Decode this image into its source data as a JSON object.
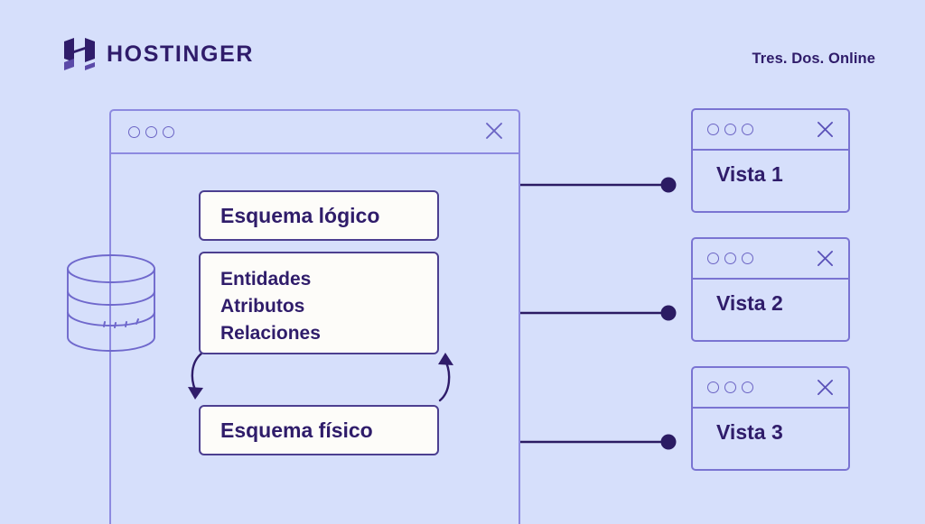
{
  "colors": {
    "background": "#d6dffb",
    "brand_purple": "#2f1c6a",
    "window_border": "#8d8ae0",
    "card_border": "#4c3f90",
    "card_fill": "#fdfcf9",
    "connector": "#2b1b63",
    "vista_border": "#7a74d2"
  },
  "header": {
    "logo_icon": "hostinger-h-logo-icon",
    "brand_name": "HOSTINGER",
    "tagline": "Tres. Dos. Online"
  },
  "main_window": {
    "titlebar": {
      "traffic_lights": [
        "circle-outline-icon",
        "circle-outline-icon",
        "circle-outline-icon"
      ],
      "close_icon": "close-x-icon"
    },
    "cards": [
      {
        "id": "logical-schema",
        "text": "Esquema lógico"
      },
      {
        "id": "entities",
        "lines": [
          "Entidades",
          "Atributos",
          "Relaciones"
        ]
      },
      {
        "id": "physical-schema",
        "text": "Esquema físico"
      }
    ],
    "cycle": {
      "left_arrow_icon": "curved-arrow-down-icon",
      "right_arrow_icon": "curved-arrow-up-icon"
    },
    "database_icon": "database-cylinder-icon"
  },
  "connectors": {
    "count": 3,
    "endpoint_icon": "filled-dot-icon"
  },
  "vistas": [
    {
      "label": "Vista 1",
      "traffic_lights": [
        "circle-outline-icon",
        "circle-outline-icon",
        "circle-outline-icon"
      ],
      "close_icon": "close-x-icon"
    },
    {
      "label": "Vista 2",
      "traffic_lights": [
        "circle-outline-icon",
        "circle-outline-icon",
        "circle-outline-icon"
      ],
      "close_icon": "close-x-icon"
    },
    {
      "label": "Vista 3",
      "traffic_lights": [
        "circle-outline-icon",
        "circle-outline-icon",
        "circle-outline-icon"
      ],
      "close_icon": "close-x-icon"
    }
  ]
}
